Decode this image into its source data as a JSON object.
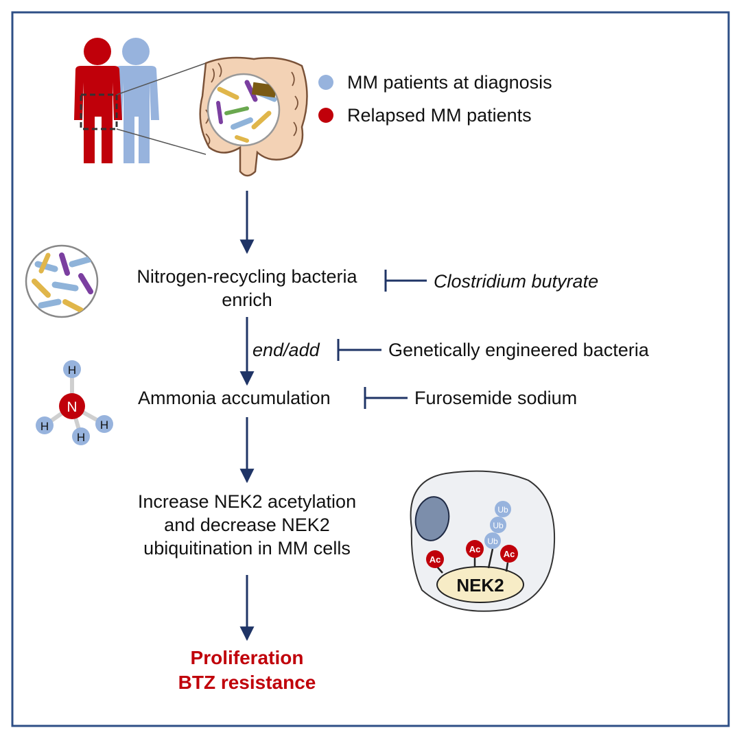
{
  "legend": {
    "items": [
      {
        "label": "MM patients at  diagnosis",
        "color": "#97b3dd"
      },
      {
        "label": "Relapsed MM patients",
        "color": "#c0000a"
      }
    ]
  },
  "flow": {
    "step1": [
      "Nitrogen-recycling bacteria",
      "enrich"
    ],
    "gene_label": "end/add",
    "step2": "Ammonia accumulation",
    "step3": [
      "Increase NEK2 acetylation",
      "and decrease NEK2",
      "ubiquitination  in MM cells"
    ],
    "outcome": [
      "Proliferation",
      "BTZ resistance"
    ]
  },
  "inhibitors": {
    "inhibitor1": "Clostridium butyrate",
    "inhibitor2": "Genetically engineered bacteria",
    "inhibitor3": "Furosemide sodium"
  },
  "ammonia_molecule": {
    "center": "N",
    "atoms": [
      "H",
      "H",
      "H",
      "H"
    ]
  },
  "cell": {
    "protein": "NEK2",
    "acetyl_marks": [
      "Ac",
      "Ac",
      "Ac"
    ],
    "ubiquitin_marks": [
      "Ub",
      "Ub",
      "Ub"
    ]
  },
  "colors": {
    "arrow": "#1f3466",
    "accent_red": "#c0000a",
    "patient_blue": "#97b3dd",
    "frame": "#2e4f86"
  }
}
